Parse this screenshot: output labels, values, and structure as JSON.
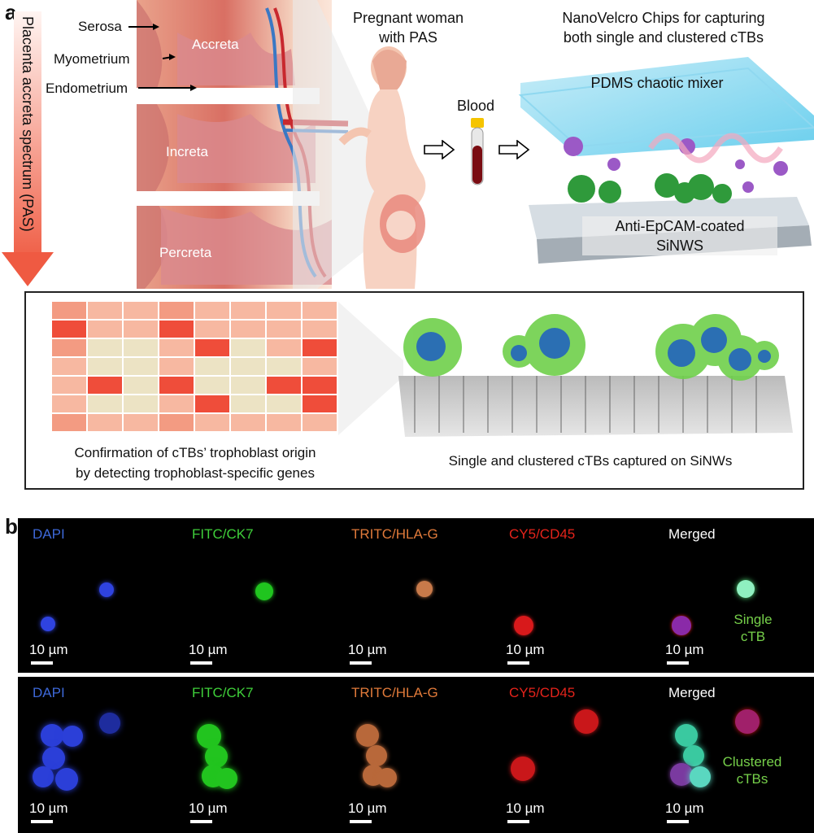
{
  "panel_a": {
    "letter": "a",
    "pas_axis_label": "Placenta accreta spectrum (PAS)",
    "layers": {
      "serosa": "Serosa",
      "myometrium": "Myometrium",
      "endometrium": "Endometrium"
    },
    "types": {
      "accreta": "Accreta",
      "increta": "Increta",
      "percreta": "Percreta"
    },
    "woman_label": [
      "Pregnant woman",
      "with PAS"
    ],
    "blood_label": "Blood",
    "chip_title": [
      "NanoVelcro Chips for capturing",
      "both single and clustered cTBs"
    ],
    "pdms_label": "PDMS chaotic mixer",
    "sinws_label": [
      "Anti-EpCAM-coated",
      "SiNWS"
    ],
    "genes_caption": [
      "Confirmation of cTBs’ trophoblast origin",
      "by detecting trophoblast-specific genes"
    ],
    "capture_caption": "Single and clustered cTBs captured on SiNWs"
  },
  "panel_b": {
    "letter": "b",
    "channels": [
      {
        "label": "DAPI",
        "color": "#3d68d8"
      },
      {
        "label": "FITC/CK7",
        "color": "#3fcf3a"
      },
      {
        "label": "TRITC/HLA-G",
        "color": "#e07a3a"
      },
      {
        "label": "CY5/CD45",
        "color": "#e4231b"
      },
      {
        "label": "Merged",
        "color": "#ffffff"
      }
    ],
    "scale_bar": "10 µm",
    "row1_annotation": [
      "Single",
      "cTB"
    ],
    "row2_annotation": [
      "Clustered",
      "cTBs"
    ]
  }
}
